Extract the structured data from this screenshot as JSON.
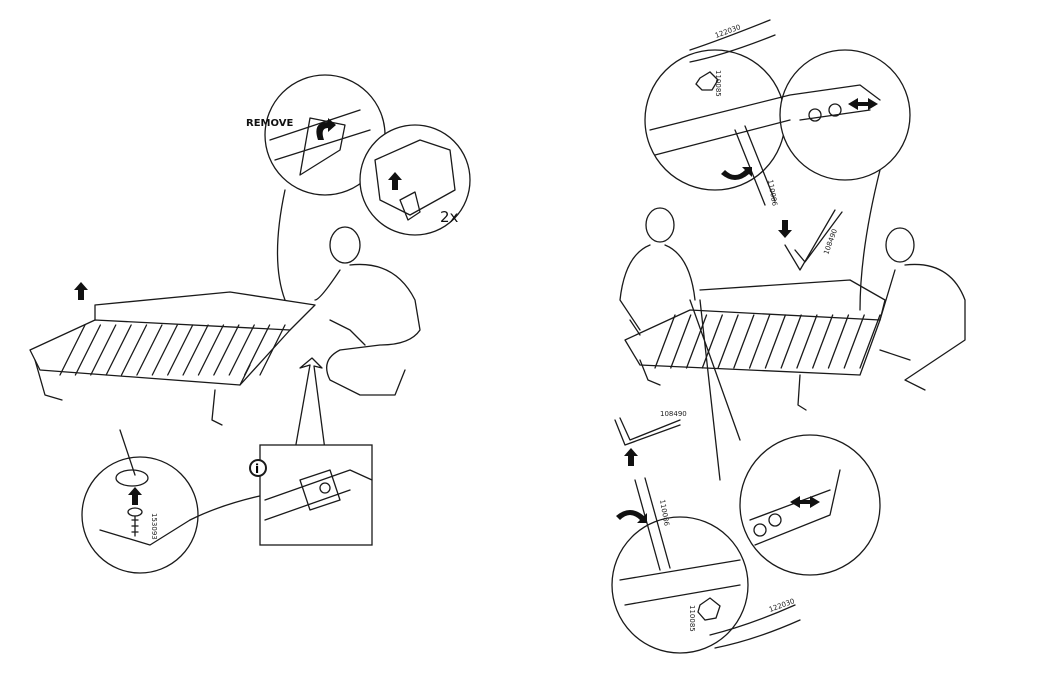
{
  "left_step": {
    "remove_label": "REMOVE",
    "quantity_label": "2x",
    "info_icon": "info-icon",
    "screw_part_number": "153093"
  },
  "right_step": {
    "top_detail": {
      "wrench_part": "122030",
      "nut_part": "110085",
      "bolt_part": "110086",
      "key_part": "108490"
    },
    "bottom_detail": {
      "wrench_part": "122030",
      "nut_part": "110085",
      "bolt_part": "110086",
      "key_part": "108490"
    }
  }
}
